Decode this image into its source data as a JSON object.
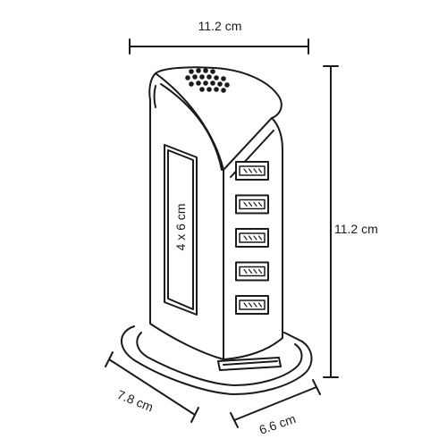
{
  "dimensions": {
    "top_width": "11.2 cm",
    "height": "11.2 cm",
    "base_depth": "7.8 cm",
    "base_width": "6.6 cm",
    "print_area": "4 x 6 cm"
  },
  "usb_port_count": 5,
  "colors": {
    "line": "#1a1a1a",
    "fill": "#ffffff"
  }
}
